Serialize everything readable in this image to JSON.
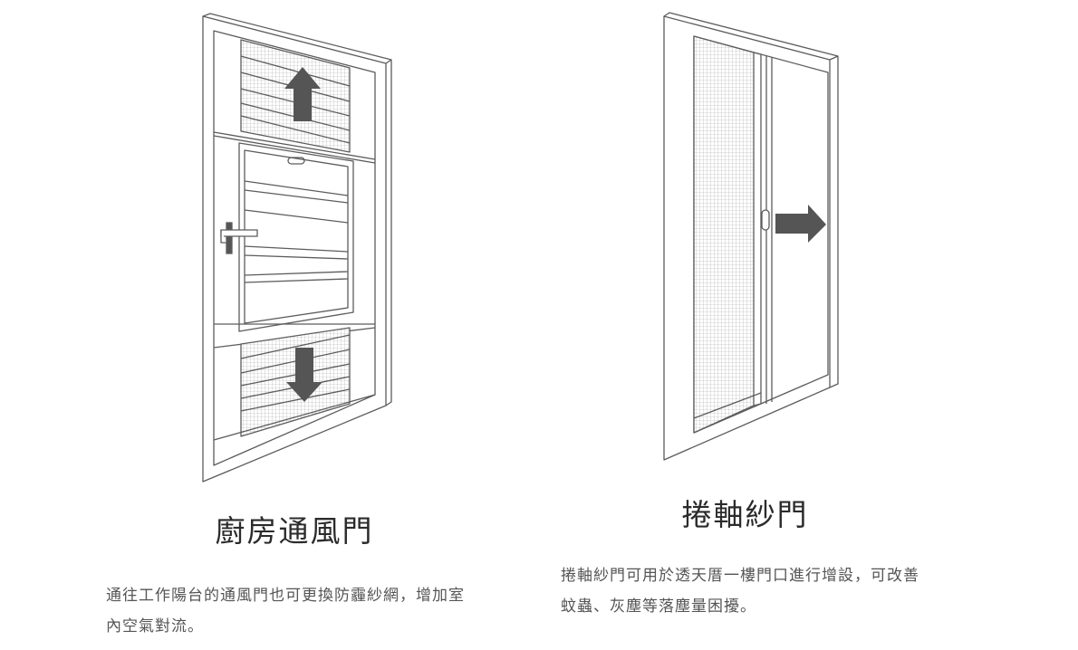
{
  "products": [
    {
      "title": "廚房通風門",
      "description": "通往工作陽台的通風門也可更換防霾紗網，增加室內空氣對流。",
      "illustration_icon": "ventilation-door-icon"
    },
    {
      "title": "捲軸紗門",
      "description": "捲軸紗門可用於透天厝一樓門口進行增設，可改善蚊蟲、灰塵等落塵量困擾。",
      "illustration_icon": "roller-screen-door-icon"
    }
  ],
  "colors": {
    "line": "#5c5c5c",
    "arrow": "#555555",
    "mesh": "#9a9a9a",
    "title": "#2b2b2b",
    "text": "#555555"
  }
}
